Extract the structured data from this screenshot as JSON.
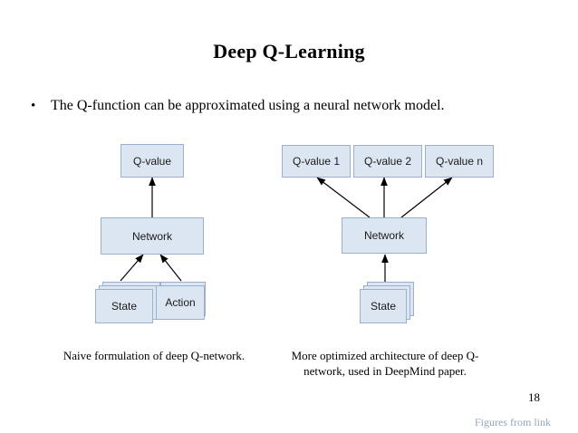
{
  "slide": {
    "title": "Deep Q-Learning",
    "bullet_marker": "•",
    "bullet_text": "The Q-function can be approximated using a neural network model.",
    "page_number": "18",
    "footer_credit": "Figures from link"
  },
  "diagram_left": {
    "caption": "Naive formulation of deep Q-network.",
    "nodes": {
      "qvalue": "Q-value",
      "network": "Network",
      "state": "State",
      "action": "Action"
    }
  },
  "diagram_right": {
    "caption_line1": "More optimized architecture of deep Q-",
    "caption_line2": "network, used in DeepMind paper.",
    "nodes": {
      "qvalue1": "Q-value 1",
      "qvalue2": "Q-value 2",
      "qvaluen": "Q-value n",
      "network": "Network",
      "state": "State"
    }
  },
  "colors": {
    "node_fill": "#dce6f2",
    "node_border": "#9bb0cc",
    "text": "#000000",
    "footer": "#8fa7bf"
  }
}
